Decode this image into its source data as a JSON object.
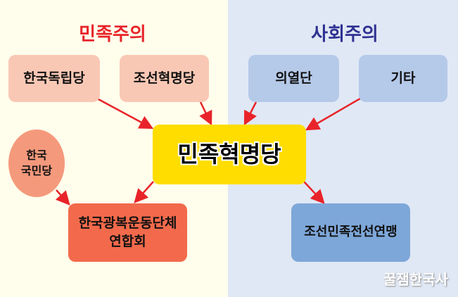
{
  "titles": {
    "nationalism": "민족주의",
    "socialism": "사회주의"
  },
  "nodes": {
    "korea_independence_party": "한국독립당",
    "joseon_revolution_party": "조선혁명당",
    "uiyeoldan": "의열단",
    "others": "기타",
    "national_revolution_party": "민족혁명당",
    "korea_nationalist_party_line1": "한국",
    "korea_nationalist_party_line2": "국민당",
    "korea_restoration_line1": "한국광복운동단체",
    "korea_restoration_line2": "연합회",
    "joseon_national_front": "조선민족전선연맹"
  },
  "watermark": "꿀잼한국사",
  "colors": {
    "arrow": "#e8242a",
    "nationalism_title": "#e8242a",
    "socialism_title": "#2e3192",
    "center": "#ffdd00"
  }
}
